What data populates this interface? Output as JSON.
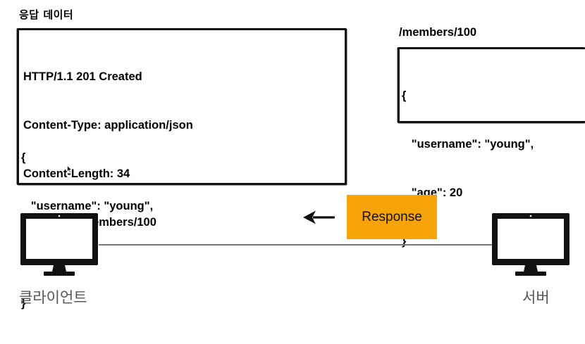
{
  "section_title": "응답 데이터",
  "response_box": {
    "header_lines": [
      "HTTP/1.1 201 Created",
      "Content-Type: application/json",
      "Content-Length: 34",
      "Location: /members/100"
    ],
    "body_lines": [
      "{",
      "   \"username\": \"young\",",
      "   \"age\": 20",
      "}"
    ]
  },
  "resource": {
    "path": "/members/100",
    "body_lines": [
      "{",
      "   \"username\": \"young\",",
      "   \"age\": 20",
      "}"
    ]
  },
  "message_label": "Response",
  "client_label": "클라이언트",
  "server_label": "서버",
  "colors": {
    "response_fill": "#f6a40a",
    "line": "#777777",
    "outline": "#111111"
  },
  "icons": {
    "arrow": "arrow-left-icon",
    "client": "monitor-icon",
    "server": "monitor-icon",
    "cursor": "mouse-cursor-icon"
  }
}
